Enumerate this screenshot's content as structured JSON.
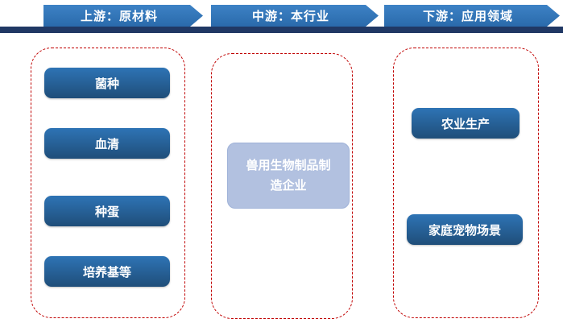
{
  "header": {
    "arrows": [
      {
        "label": "上游：原材料"
      },
      {
        "label": "中游：本行业"
      },
      {
        "label": "下游：应用领域"
      }
    ]
  },
  "columns": {
    "upstream": {
      "items": [
        "菌种",
        "血清",
        "种蛋",
        "培养基等"
      ]
    },
    "midstream": {
      "items": [
        "兽用生物制品制造企业"
      ]
    },
    "downstream": {
      "items": [
        "农业生产",
        "家庭宠物场景"
      ]
    }
  },
  "colors": {
    "banner_blue": "#2e74b5",
    "divider_navy": "#203864",
    "pill_blue_top": "#2e74b5",
    "pill_blue_bottom": "#1f4e79",
    "mid_box_fill": "#b2c1e0",
    "dashed_frame_red": "#c00000",
    "text_white": "#ffffff"
  }
}
